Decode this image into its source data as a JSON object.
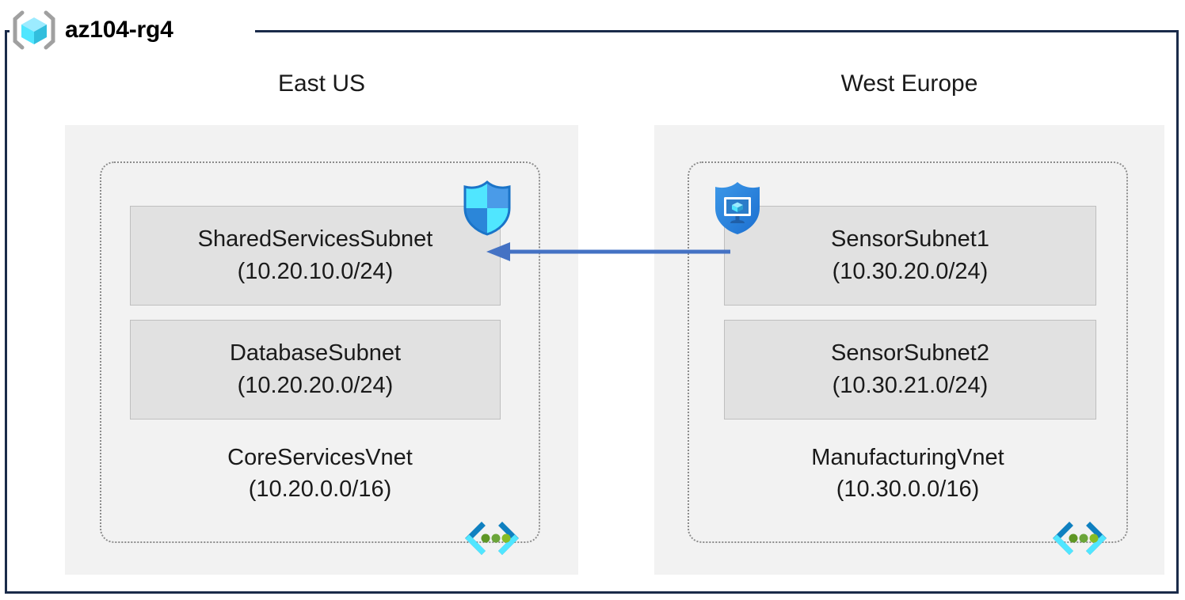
{
  "diagram": {
    "type": "azure-architecture-diagram",
    "resource_group": {
      "name": "az104-rg4",
      "icon": "azure-resource-group-cube-icon",
      "border_color": "#1A2B4A"
    },
    "colors": {
      "region_box_fill": "#F2F2F2",
      "subnet_fill": "#E1E1E1",
      "subnet_border": "#BFBFBF",
      "vnet_border": "#8C8C8C",
      "arrow": "#4472C4",
      "azure_blue": "#0078D4",
      "azure_cyan": "#50E6FF",
      "icon_green": "#5E9624"
    },
    "regions": [
      {
        "label": "East US",
        "vnet": {
          "name": "CoreServicesVnet",
          "cidr": "(10.20.0.0/16)",
          "icon": "vnet-subnet-icon",
          "subnets": [
            {
              "name": "SharedServicesSubnet",
              "cidr": "(10.20.10.0/24)",
              "attached_icon": "azure-firewall-shield-icon"
            },
            {
              "name": "DatabaseSubnet",
              "cidr": "(10.20.20.0/24)",
              "attached_icon": null
            }
          ]
        }
      },
      {
        "label": "West Europe",
        "vnet": {
          "name": "ManufacturingVnet",
          "cidr": "(10.30.0.0/16)",
          "icon": "vnet-subnet-icon",
          "subnets": [
            {
              "name": "SensorSubnet1",
              "cidr": "(10.30.20.0/24)",
              "attached_icon": "network-security-group-shield-icon"
            },
            {
              "name": "SensorSubnet2",
              "cidr": "(10.30.21.0/24)",
              "attached_icon": null
            }
          ]
        }
      }
    ],
    "connection": {
      "kind": "vnet-peering-arrow",
      "direction": "right-to-left",
      "from": "SensorSubnet1",
      "to": "SharedServicesSubnet",
      "color": "#4472C4"
    }
  }
}
